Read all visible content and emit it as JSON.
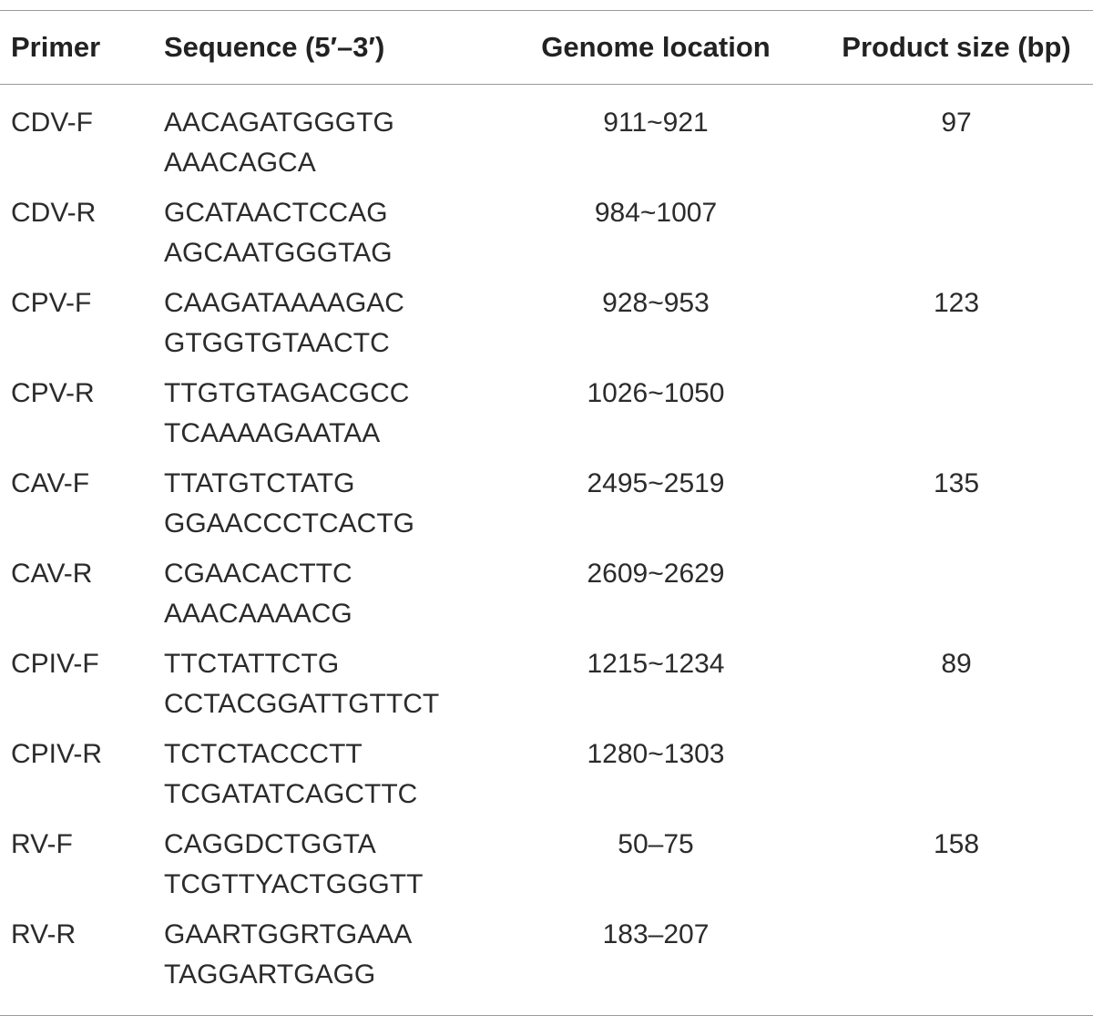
{
  "table": {
    "headers": {
      "primer": "Primer",
      "sequence": "Sequence (5′–3′)",
      "location": "Genome location",
      "size": "Product size (bp)"
    },
    "rows": [
      {
        "primer": "CDV-F",
        "seq1": "AACAGATGGGTG",
        "seq2": "AAACAGCA",
        "location": "911~921",
        "size": "97"
      },
      {
        "primer": "CDV-R",
        "seq1": "GCATAACTCCAG",
        "seq2": "AGCAATGGGTAG",
        "location": "984~1007",
        "size": ""
      },
      {
        "primer": "CPV-F",
        "seq1": "CAAGATAAAAGAC",
        "seq2": "GTGGTGTAACTC",
        "location": "928~953",
        "size": "123"
      },
      {
        "primer": "CPV-R",
        "seq1": "TTGTGTAGACGCC",
        "seq2": "TCAAAAGAATAA",
        "location": "1026~1050",
        "size": ""
      },
      {
        "primer": "CAV-F",
        "seq1": "TTATGTCTATG",
        "seq2": "GGAACCCTCACTG",
        "location": "2495~2519",
        "size": "135"
      },
      {
        "primer": "CAV-R",
        "seq1": "CGAACACTTC",
        "seq2": "AAACAAAACG",
        "location": "2609~2629",
        "size": ""
      },
      {
        "primer": "CPIV-F",
        "seq1": "TTCTATTCTG",
        "seq2": "CCTACGGATTGTTCT",
        "location": "1215~1234",
        "size": "89"
      },
      {
        "primer": "CPIV-R",
        "seq1": "TCTCTACCCTT",
        "seq2": "TCGATATCAGCTTC",
        "location": "1280~1303",
        "size": ""
      },
      {
        "primer": "RV-F",
        "seq1": "CAGGDCTGGTA",
        "seq2": "TCGTTYACTGGGTT",
        "location": "50–75",
        "size": "158"
      },
      {
        "primer": "RV-R",
        "seq1": "GAARTGGRTGAAA",
        "seq2": "TAGGARTGAGG",
        "location": "183–207",
        "size": ""
      }
    ]
  }
}
